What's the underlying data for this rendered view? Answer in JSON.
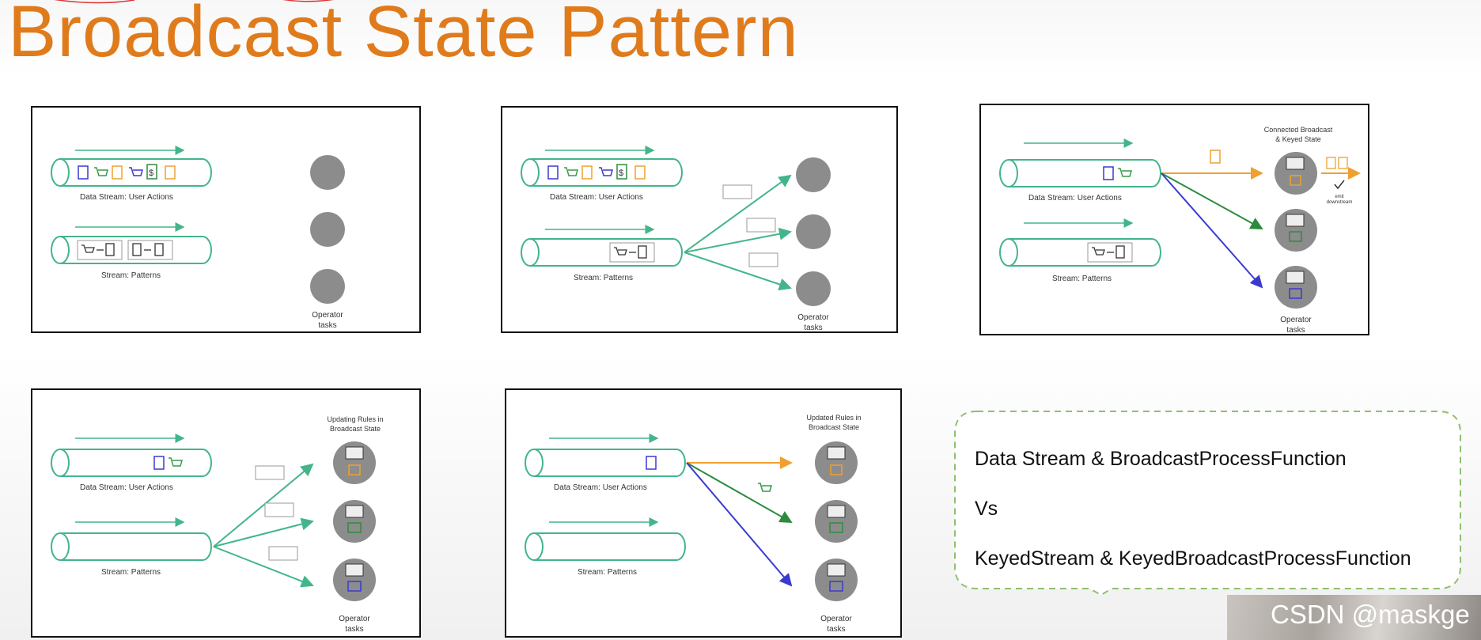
{
  "title": "Broadcast State Pattern",
  "panels": {
    "p1": {
      "stream_top_label": "Data Stream: User Actions",
      "stream_bottom_label": "Stream: Patterns",
      "operator_label_1": "Operator",
      "operator_label_2": "tasks"
    },
    "p2": {
      "stream_top_label": "Data Stream: User Actions",
      "stream_bottom_label": "Stream: Patterns",
      "operator_label_1": "Operator",
      "operator_label_2": "tasks"
    },
    "p3": {
      "state_label_1": "Connected Broadcast",
      "state_label_2": "& Keyed State",
      "stream_top_label": "Data Stream: User Actions",
      "stream_bottom_label": "Stream: Patterns",
      "operator_label_1": "Operator",
      "operator_label_2": "tasks",
      "emit_label_1": "emit",
      "emit_label_2": "downstream"
    },
    "p4": {
      "state_label_1": "Updating Rules in",
      "state_label_2": "Broadcast State",
      "stream_top_label": "Data Stream: User Actions",
      "stream_bottom_label": "Stream: Patterns",
      "operator_label_1": "Operator",
      "operator_label_2": "tasks"
    },
    "p5": {
      "state_label_1": "Updated Rules in",
      "state_label_2": "Broadcast State",
      "stream_top_label": "Data Stream: User Actions",
      "stream_bottom_label": "Stream: Patterns",
      "operator_label_1": "Operator",
      "operator_label_2": "tasks"
    }
  },
  "callout": {
    "line1": "Data Stream & BroadcastProcessFunction",
    "line2": "Vs",
    "line3": "KeyedStream & KeyedBroadcastProcessFunction"
  },
  "watermark": "CSDN @maskge",
  "colors": {
    "title": "#e07b1c",
    "stream": "#43b58a",
    "orange": "#f0a030",
    "green": "#2e8b3e",
    "blue": "#3a3ad0",
    "operator": "#8c8c8c",
    "cart_green": "#3a9a4a",
    "dashed": "#8fbf6f"
  }
}
